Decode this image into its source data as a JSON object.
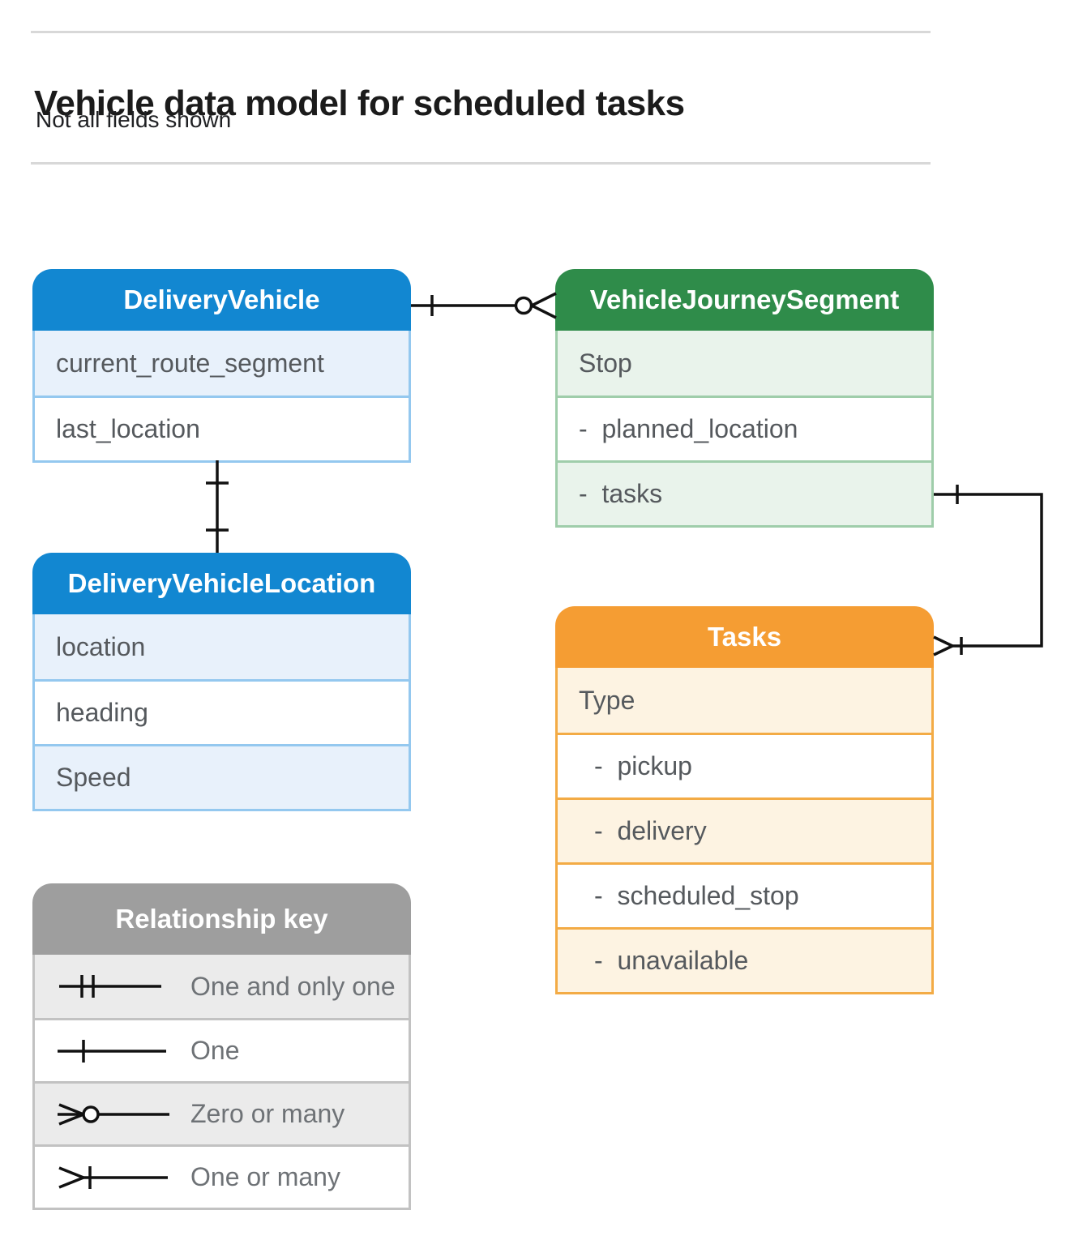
{
  "page": {
    "title": "Vehicle data model for scheduled tasks",
    "subtitle": "Not all fields shown"
  },
  "entities": [
    {
      "id": "delivery-vehicle",
      "title": "DeliveryVehicle",
      "theme": {
        "header": "#1287d1",
        "tint": "#e8f1fb",
        "border": "#94c8ef"
      },
      "rows": [
        {
          "label": "current_route_segment"
        },
        {
          "label": "last_location"
        }
      ]
    },
    {
      "id": "vehicle-journey-segment",
      "title": "VehicleJourneySegment",
      "theme": {
        "header": "#2f8c4a",
        "tint": "#e9f3eb",
        "border": "#9fcdaa"
      },
      "rows": [
        {
          "label": "Stop"
        },
        {
          "label": "-  planned_location"
        },
        {
          "label": "-  tasks"
        }
      ]
    },
    {
      "id": "delivery-vehicle-location",
      "title": "DeliveryVehicleLocation",
      "theme": {
        "header": "#1287d1",
        "tint": "#e8f1fb",
        "border": "#94c8ef"
      },
      "rows": [
        {
          "label": "location"
        },
        {
          "label": "heading"
        },
        {
          "label": "Speed"
        }
      ]
    },
    {
      "id": "tasks",
      "title": "Tasks",
      "theme": {
        "header": "#f59d33",
        "tint": "#fdf3e2",
        "border": "#f3ab45"
      },
      "rows": [
        {
          "label": "Type"
        },
        {
          "label": "-  pickup",
          "indent": true
        },
        {
          "label": "-  delivery",
          "indent": true
        },
        {
          "label": "-  scheduled_stop",
          "indent": true
        },
        {
          "label": "-  unavailable",
          "indent": true
        }
      ]
    }
  ],
  "key": {
    "id": "relationship-key",
    "title": "Relationship key",
    "theme": {
      "header": "#9e9e9e",
      "tint": "#ebebeb",
      "border": "#c2c2c2"
    },
    "rows": [
      {
        "label": "One and only one",
        "symbol": "one-and-only-one"
      },
      {
        "label": "One",
        "symbol": "one"
      },
      {
        "label": "Zero or many",
        "symbol": "zero-or-many"
      },
      {
        "label": "One or many",
        "symbol": "one-or-many"
      }
    ]
  },
  "connectors": [
    {
      "from": "DeliveryVehicle",
      "to": "VehicleJourneySegment",
      "from_cardinality": "one",
      "to_cardinality": "zero-or-many"
    },
    {
      "from": "DeliveryVehicle",
      "to": "DeliveryVehicleLocation",
      "from_cardinality": "one",
      "to_cardinality": "one"
    },
    {
      "from": "VehicleJourneySegment.tasks",
      "to": "Tasks",
      "from_cardinality": "one",
      "to_cardinality": "one-or-many"
    }
  ]
}
